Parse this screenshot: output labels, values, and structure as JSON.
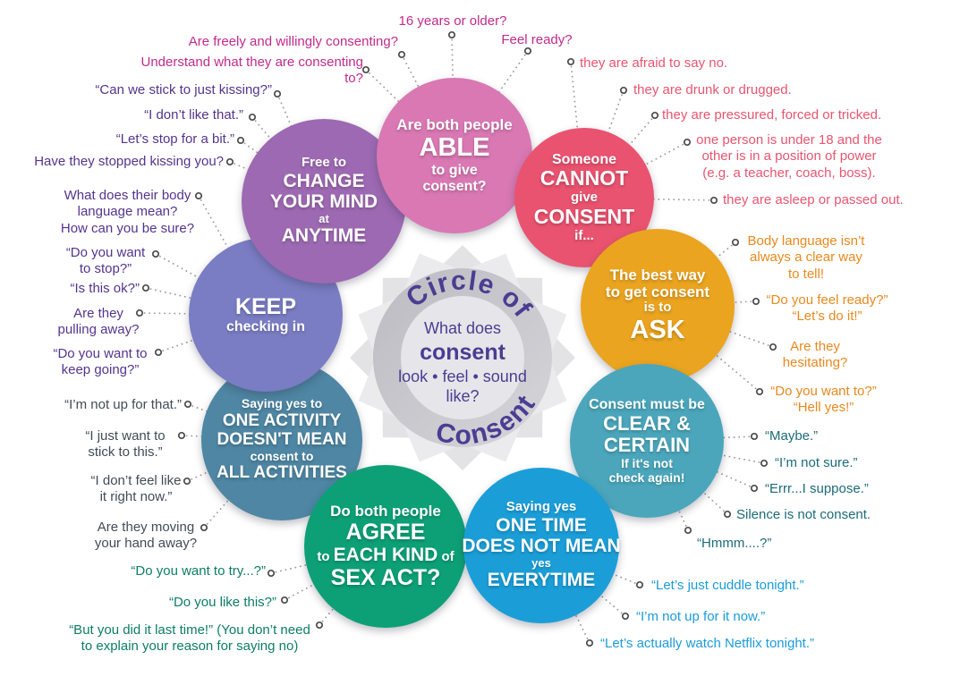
{
  "title": "Circle of Consent",
  "center": {
    "arc_top": "Circle of",
    "arc_bottom": "Consent",
    "line1": "What does",
    "line2": "consent",
    "line3": "look • feel • sound",
    "line4": "like?",
    "text_color": "#4b3d92",
    "ring_color": "#c6c5ca",
    "inner_color": "#e6e5e9"
  },
  "circles": {
    "able": {
      "color": "#d978b3",
      "line1": "Are both people",
      "line2": "ABLE",
      "line3": "to give",
      "line4": "consent?"
    },
    "cannot": {
      "color": "#e9536f",
      "line1": "Someone",
      "line2": "CANNOT",
      "line3": "give",
      "line4": "CONSENT",
      "line5": "if..."
    },
    "ask": {
      "color": "#eaa41f",
      "line1": "The best way",
      "line2": "to get consent",
      "line3": "is to",
      "line4": "ASK"
    },
    "clear": {
      "color": "#4ba6bb",
      "line1": "Consent must be",
      "line2": "CLEAR &",
      "line3": "CERTAIN",
      "line4": "If it's not",
      "line5": "check again!"
    },
    "onetime": {
      "color": "#1b9ed8",
      "line1": "Saying yes",
      "line2": "ONE TIME",
      "line3": "DOES NOT MEAN",
      "line4": "yes",
      "line5": "EVERYTIME"
    },
    "agree": {
      "color": "#0da077",
      "line1": "Do both people",
      "line2": "AGREE",
      "line3a": "to ",
      "line3b": "EACH KIND",
      "line3c": " of",
      "line4": "SEX ACT?"
    },
    "oneactivity": {
      "color": "#4e86a3",
      "line1": "Saying yes to",
      "line2": "ONE ACTIVITY",
      "line3": "DOESN'T MEAN",
      "line4": "consent to",
      "line5": "ALL ACTIVITIES"
    },
    "keep": {
      "color": "#7a7dc3",
      "line1": "KEEP",
      "line2": "checking in"
    },
    "change": {
      "color": "#9d69b2",
      "line1": "Free to",
      "line2": "CHANGE",
      "line3": "YOUR MIND",
      "line4": "at",
      "line5": "ANYTIME"
    }
  },
  "annotations": {
    "able": {
      "color": "#c22a8c",
      "items": [
        "16 years or older?",
        "Feel ready?",
        "Are freely and willingly consenting?",
        "Understand what they are consenting to?"
      ]
    },
    "cannot": {
      "color": "#e9556f",
      "items": [
        "they are afraid to say no.",
        "they are drunk or drugged.",
        "they are pressured, forced or tricked.",
        "one person is under 18 and the\nother is in a position of power\n(e.g. a teacher, coach, boss).",
        "they are asleep or passed out."
      ]
    },
    "ask": {
      "color": "#e8891d",
      "items": [
        "Body language isn’t\nalways a clear way\nto tell!",
        "“Do you feel ready?”\n“Let’s do it!”",
        "Are they\nhesitating?",
        "“Do you want to?”\n“Hell yes!”"
      ]
    },
    "clear": {
      "color": "#1d6b79",
      "items": [
        "“Maybe.”",
        "“I’m not sure.”",
        "“Errr...I suppose.”",
        "Silence is not consent.",
        "“Hmmm....?”"
      ]
    },
    "onetime": {
      "color": "#1b9cd9",
      "items": [
        "“Let’s just cuddle tonight.”",
        "“I’m not up for it now.”",
        "“Let’s actually watch Netflix tonight.”"
      ]
    },
    "agree": {
      "color": "#0c7d66",
      "items": [
        "“Do you want to try...?”",
        "“Do you like this?”",
        "“But you did it last time!” (You don’t need\nto explain  your reason for saying no)"
      ]
    },
    "oneactivity": {
      "color": "#414c57",
      "items": [
        "“I’m not up for that.”",
        "“I just want to\nstick to this.”",
        "“I don’t feel like\nit right now.”",
        "Are they moving\nyour hand away?"
      ]
    },
    "keep": {
      "color": "#54348e",
      "items": [
        "What does their body\nlanguage mean?\nHow can you be sure?",
        "“Do you want\nto stop?”",
        "“Is this ok?”",
        "Are they\npulling away?",
        "“Do you want to\nkeep going?”"
      ]
    },
    "change": {
      "color": "#54348e",
      "items": [
        "“Can we stick to just kissing?”",
        "“I don’t like that.”",
        "“Let’s stop for a bit.”",
        "Have they stopped kissing you?"
      ]
    }
  }
}
